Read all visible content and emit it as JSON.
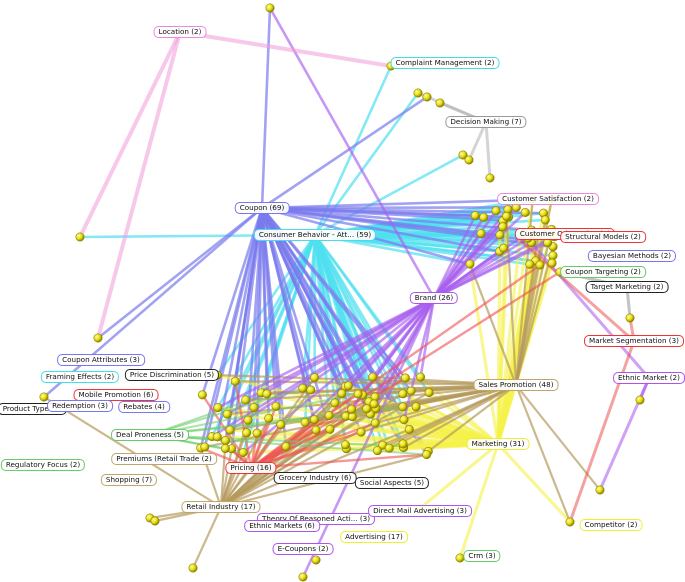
{
  "colors": {
    "background": "#ffffff",
    "node_fill": "#e8e010",
    "node_highlight": "#fff9a8",
    "node_stroke": "#8a8200",
    "label_text": "#111111"
  },
  "icons": {
    "node": "yellow-sphere"
  },
  "nodes": [
    {
      "id": "location",
      "label": "Location (2)",
      "color": "#ee88dd"
    },
    {
      "id": "complaint",
      "label": "Complaint Management (2)",
      "color": "#44dddd"
    },
    {
      "id": "decision",
      "label": "Decision Making (7)",
      "color": "#999999"
    },
    {
      "id": "custsat",
      "label": "Customer Satisfaction (2)",
      "color": "#ee88dd"
    },
    {
      "id": "coupon",
      "label": "Coupon (69)",
      "color": "#7777ee"
    },
    {
      "id": "consumer",
      "label": "Consumer Behavior - Att... (59)",
      "color": "#44ddee"
    },
    {
      "id": "custov",
      "label": "Customer Orientation (2)",
      "color": "#ee3333"
    },
    {
      "id": "structural",
      "label": "Structural Models (2)",
      "color": "#ee3333"
    },
    {
      "id": "bayesian",
      "label": "Bayesian Methods (2)",
      "color": "#7777ee"
    },
    {
      "id": "targeting",
      "label": "Coupon Targeting (2)",
      "color": "#66cc66"
    },
    {
      "id": "targetmkt",
      "label": "Target Marketing (2)",
      "color": "#222222"
    },
    {
      "id": "brand",
      "label": "Brand (26)",
      "color": "#aa55ee"
    },
    {
      "id": "mktseg",
      "label": "Market Segmentation (3)",
      "color": "#ee3333"
    },
    {
      "id": "ethnicmkt",
      "label": "Ethnic Market (2)",
      "color": "#aa55ee"
    },
    {
      "id": "attributes",
      "label": "Coupon Attributes (3)",
      "color": "#7777ee"
    },
    {
      "id": "framing",
      "label": "Framing Effects (2)",
      "color": "#44ddee"
    },
    {
      "id": "pricedisc",
      "label": "Price Discrimination (5)",
      "color": "#222222"
    },
    {
      "id": "mobile",
      "label": "Mobile Promotion (6)",
      "color": "#ee3333"
    },
    {
      "id": "producttype",
      "label": "Product Type (2)",
      "color": "#222222"
    },
    {
      "id": "redemption",
      "label": "Redemption (3)",
      "color": "#7777ee"
    },
    {
      "id": "rebates",
      "label": "Rebates (4)",
      "color": "#7777ee"
    },
    {
      "id": "salespromo",
      "label": "Sales Promotion (48)",
      "color": "#bfa56a"
    },
    {
      "id": "dealprone",
      "label": "Deal Proneness (5)",
      "color": "#66cc66"
    },
    {
      "id": "regulatory",
      "label": "Regulatory Focus (2)",
      "color": "#66cc66"
    },
    {
      "id": "premiums",
      "label": "Premiums (Retail Trade (2)",
      "color": "#bfa56a"
    },
    {
      "id": "marketing",
      "label": "Marketing (31)",
      "color": "#eeee33"
    },
    {
      "id": "pricing",
      "label": "Pricing (16)",
      "color": "#ee3333"
    },
    {
      "id": "shopping",
      "label": "Shopping (7)",
      "color": "#bfa56a"
    },
    {
      "id": "grocery",
      "label": "Grocery Industry (6)",
      "color": "#222222"
    },
    {
      "id": "social",
      "label": "Social Aspects (5)",
      "color": "#222222"
    },
    {
      "id": "retail",
      "label": "Retail Industry (17)",
      "color": "#bfa56a"
    },
    {
      "id": "reasoned",
      "label": "Theory Of Reasoned Acti... (3)",
      "color": "#aa55ee"
    },
    {
      "id": "directmail",
      "label": "Direct Mail Advertising (3)",
      "color": "#aa55ee"
    },
    {
      "id": "ethnicmkts",
      "label": "Ethnic Markets (6)",
      "color": "#aa55ee"
    },
    {
      "id": "competitor",
      "label": "Competitor (2)",
      "color": "#eeee33"
    },
    {
      "id": "advertising",
      "label": "Advertising (17)",
      "color": "#eeee33"
    },
    {
      "id": "ecoupons",
      "label": "E-Coupons (2)",
      "color": "#aa55ee"
    },
    {
      "id": "crm",
      "label": "Crm (3)",
      "color": "#66cc66"
    }
  ],
  "hub_colors": {
    "coupon": "#7a7aee",
    "consumer": "#4fdff0",
    "brand": "#a860ee",
    "salespromo": "#b59a5c",
    "marketing": "#f5f24a",
    "pricing": "#f05050",
    "retail": "#b59a5c",
    "location": "#f29ad8",
    "decision": "#aaaaaa",
    "dealprone": "#66cc66",
    "ethnicmkt": "#aa55ee",
    "mktseg": "#ee4444",
    "targetmkt": "#888888"
  }
}
